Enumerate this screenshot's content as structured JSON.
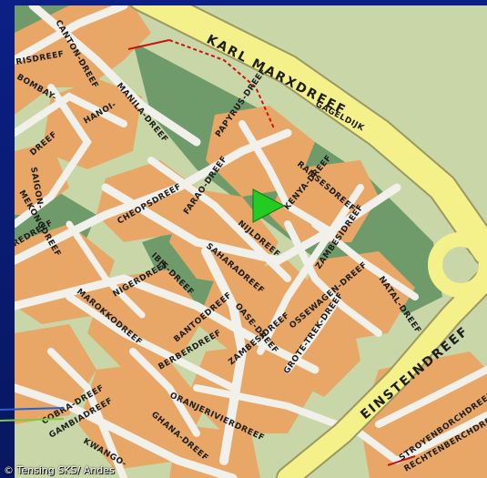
{
  "map": {
    "colors": {
      "background_green": "#c8d6a8",
      "park_green": "#6f9a6a",
      "block_orange": "#e8a766",
      "road_white": "#f2f0ea",
      "highway_yellow": "#f4f08a",
      "marker_green": "#22cc22",
      "frame_blue": "#0a1a6e",
      "route_red": "#cc1111"
    },
    "marker": {
      "type": "position-triangle",
      "color": "#22cc22"
    },
    "streets": [
      {
        "id": "karl-marxdreef",
        "name": "KARL MARXDREEF"
      },
      {
        "id": "gageldijk",
        "name": "GAGELDIJK"
      },
      {
        "id": "einsteindreef",
        "name": "EINSTEINDREEF"
      },
      {
        "id": "canton-dreef",
        "name": "CANTON-DREEF"
      },
      {
        "id": "risdreef",
        "name": "RISDREEF"
      },
      {
        "id": "bombay",
        "name": "BOMBAY-"
      },
      {
        "id": "manila-dreef",
        "name": "MANILA-DREEF"
      },
      {
        "id": "hanoi",
        "name": "HANOI-"
      },
      {
        "id": "dreef-1",
        "name": "DREEF"
      },
      {
        "id": "saigon",
        "name": "SAIGON-"
      },
      {
        "id": "mekongdreef",
        "name": "MEKONGDREEF"
      },
      {
        "id": "redreef",
        "name": "REDREEF"
      },
      {
        "id": "papyrus-dreef",
        "name": "PAPYRUS-DREEF"
      },
      {
        "id": "ramsesdreef",
        "name": "RAMSESDREEF"
      },
      {
        "id": "cheopsdreef",
        "name": "CHEOPSDREEF"
      },
      {
        "id": "farao-dreef",
        "name": "FARAO-DREEF"
      },
      {
        "id": "kenya-dreef",
        "name": "KENYA-DREEF"
      },
      {
        "id": "nijldreef",
        "name": "NIJLDREEF"
      },
      {
        "id": "zambesidreef-1",
        "name": "ZAMBESIDREEF"
      },
      {
        "id": "ibis-dreef",
        "name": "IBIS-DREEF"
      },
      {
        "id": "saharadreef",
        "name": "SAHARADREEF"
      },
      {
        "id": "nigerdreef",
        "name": "NIGERDREEF"
      },
      {
        "id": "marokkodreef",
        "name": "MAROKKODREEF"
      },
      {
        "id": "bantoedreef",
        "name": "BANTOEDREEF"
      },
      {
        "id": "oase-dreef",
        "name": "OASE-DREEF"
      },
      {
        "id": "ossewagen-dreef",
        "name": "OSSEWAGEN-DREEF"
      },
      {
        "id": "natal-dreef",
        "name": "NATAL-DREEF"
      },
      {
        "id": "berberdreef",
        "name": "BERBERDREEF"
      },
      {
        "id": "zambesidreef-2",
        "name": "ZAMBESIDREEF"
      },
      {
        "id": "grote-trek-dreef",
        "name": "GROTE-TREK-DREEF"
      },
      {
        "id": "cobra-dreef",
        "name": "COBRA-DREEF"
      },
      {
        "id": "gambiadreef",
        "name": "GAMBIADREEF"
      },
      {
        "id": "oranjeriviendreef",
        "name": "ORANJERIVIERDREEF"
      },
      {
        "id": "ghana-dreef",
        "name": "GHANA-DREEF"
      },
      {
        "id": "kwango",
        "name": "KWANGO-"
      },
      {
        "id": "stroyenborchdreef",
        "name": "STROYENBORCHDREEF"
      },
      {
        "id": "rechtenberchdreef",
        "name": "RECHTENBERCHDREEF"
      }
    ]
  },
  "copyright": "© Tensing SKS/ Andes"
}
